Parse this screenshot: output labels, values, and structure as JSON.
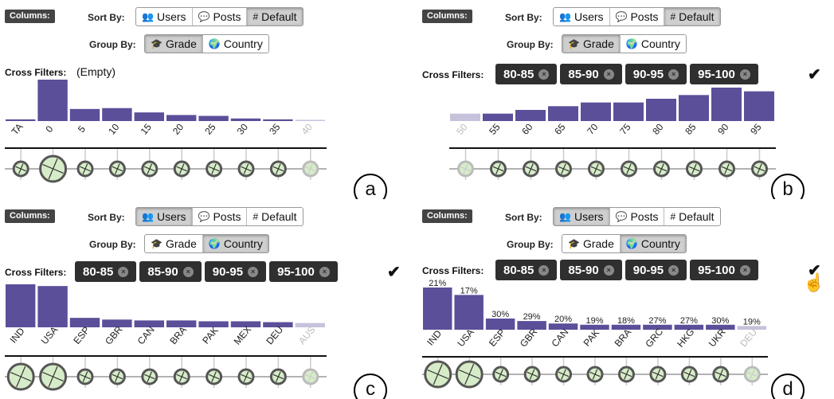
{
  "ui": {
    "columns_label": "Columns:",
    "sort_label": "Sort By:",
    "group_label": "Group By:",
    "cross_filters_label": "Cross Filters:",
    "sort_users": "Users",
    "sort_posts": "Posts",
    "sort_default": "Default",
    "group_grade": "Grade",
    "group_country": "Country",
    "empty_filters": "(Empty)",
    "chips": [
      "80-85",
      "85-90",
      "90-95",
      "95-100"
    ]
  },
  "colors": {
    "bar": "#5b4f9a",
    "axis": "#111",
    "chip": "#2f2f2f"
  },
  "panels": [
    {
      "id": "a",
      "badge": "a",
      "sort_active": "default",
      "group_active": "grade",
      "filters": "empty",
      "chart_data": {
        "type": "bar",
        "categories": [
          "TA",
          "0",
          "5",
          "10",
          "15",
          "20",
          "25",
          "30",
          "35",
          "40"
        ],
        "values": [
          2,
          48,
          14,
          15,
          10,
          7,
          6,
          3,
          2,
          1
        ],
        "fade_last": 1,
        "labels": []
      }
    },
    {
      "id": "b",
      "badge": "b",
      "sort_active": "default",
      "group_active": "grade",
      "filters": "chips",
      "chart_data": {
        "type": "bar",
        "categories": [
          "50",
          "55",
          "60",
          "65",
          "70",
          "75",
          "80",
          "85",
          "90",
          "95"
        ],
        "values": [
          2,
          2,
          3,
          4,
          5,
          5,
          6,
          7,
          9,
          8
        ],
        "fade_first": 1,
        "labels": []
      }
    },
    {
      "id": "c",
      "badge": "c",
      "sort_active": "users",
      "group_active": "country",
      "filters": "chips",
      "chart_data": {
        "type": "bar",
        "categories": [
          "IND",
          "USA",
          "ESP",
          "GBR",
          "CAN",
          "BRA",
          "PAK",
          "MEX",
          "DEU",
          "AUS"
        ],
        "values": [
          50,
          48,
          11,
          9,
          8,
          8,
          7,
          7,
          6,
          5
        ],
        "fade_last": 1,
        "labels": []
      }
    },
    {
      "id": "d",
      "badge": "d",
      "sort_active": "users",
      "group_active": "country",
      "filters": "chips",
      "chart_data": {
        "type": "bar",
        "categories": [
          "IND",
          "USA",
          "ESP",
          "GBR",
          "CAN",
          "PAK",
          "BRA",
          "GRC",
          "HKG",
          "UKR",
          "DEU"
        ],
        "values": [
          34,
          28,
          9,
          7,
          5,
          4,
          4,
          4,
          4,
          4,
          3
        ],
        "fade_last": 1,
        "labels": [
          "21%",
          "17%",
          "30%",
          "29%",
          "20%",
          "19%",
          "18%",
          "27%",
          "27%",
          "30%",
          "19%"
        ]
      }
    }
  ]
}
